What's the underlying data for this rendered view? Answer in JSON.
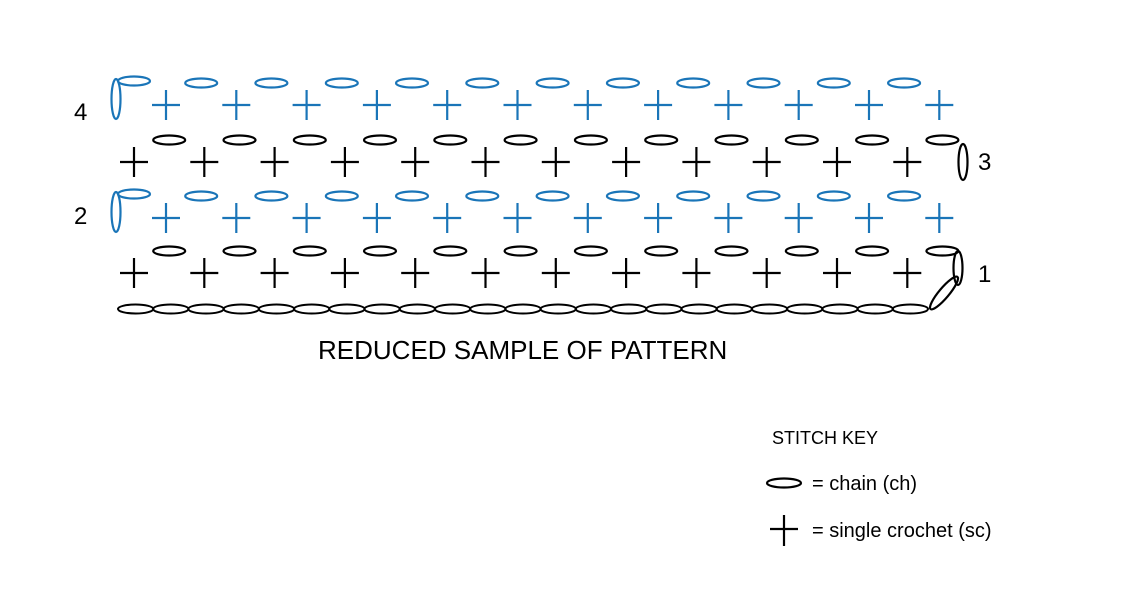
{
  "pattern": {
    "caption": "REDUCED SAMPLE OF PATTERN",
    "foundation_chains": 23,
    "stitches_per_row": 12,
    "rows": [
      {
        "number": "1",
        "color": "#000000",
        "side": "right"
      },
      {
        "number": "2",
        "color": "#1a75b8",
        "side": "left"
      },
      {
        "number": "3",
        "color": "#000000",
        "side": "right"
      },
      {
        "number": "4",
        "color": "#1a75b8",
        "side": "left"
      }
    ]
  },
  "stitch_key": {
    "title": "STITCH KEY",
    "items": [
      {
        "symbol": "chain-icon",
        "label": "= chain (ch)"
      },
      {
        "symbol": "single-crochet-icon",
        "label": "= single crochet (sc)"
      }
    ]
  },
  "colors": {
    "ink": "#000000",
    "accent_blue": "#1a75b8"
  }
}
